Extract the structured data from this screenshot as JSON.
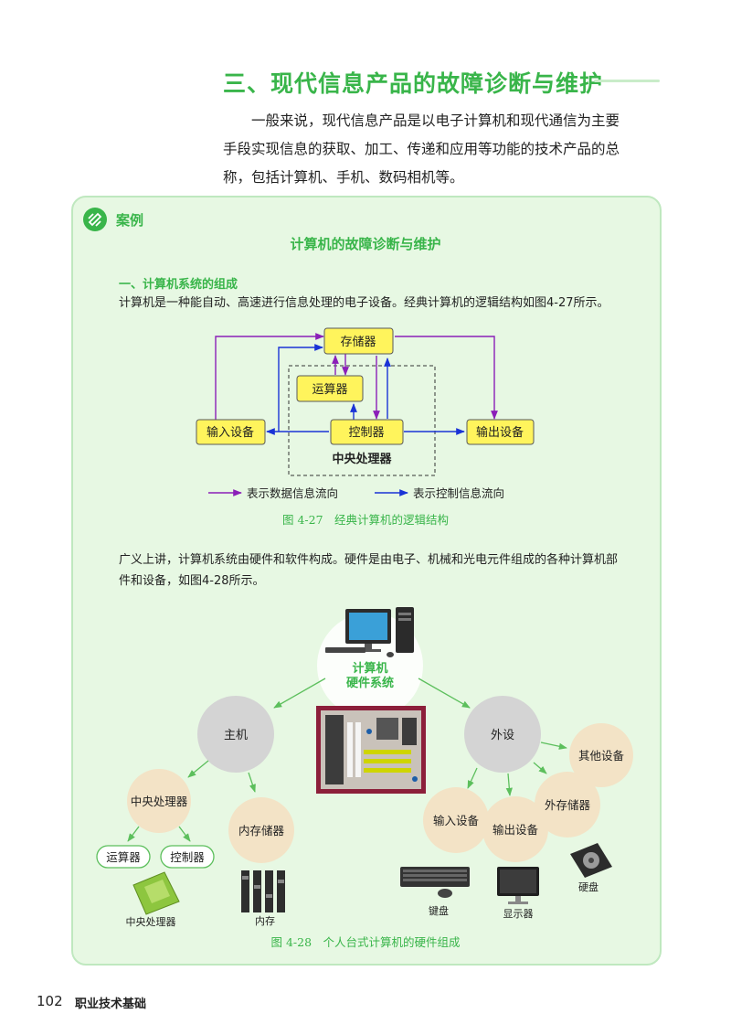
{
  "section": {
    "title": "三、现代信息产品的故障诊断与维护",
    "intro_lines": [
      "一般来说，现代信息产品是以电子计算机和现代通信为主要",
      "手段实现信息的获取、加工、传递和应用等功能的技术产品的总",
      "称，包括计算机、手机、数码相机等。"
    ]
  },
  "case": {
    "label": "案例",
    "title": "计算机的故障诊断与维护",
    "subheading": "一、计算机系统的组成",
    "para1": "计算机是一种能自动、高速进行信息处理的电子设备。经典计算机的逻辑结构如图4-27所示。",
    "para2_lines": [
      "广义上讲，计算机系统由硬件和软件构成。硬件是由电子、机械和光电元件组成的各种计算机部",
      "件和设备，如图4-28所示。"
    ]
  },
  "fig27": {
    "boxes": {
      "memory": "存储器",
      "alu": "运算器",
      "control": "控制器",
      "input": "输入设备",
      "output": "输出设备"
    },
    "cpu_label": "中央处理器",
    "legend_data": "表示数据信息流向",
    "legend_control": "表示控制信息流向",
    "caption": "图 4-27　经典计算机的逻辑结构",
    "colors": {
      "box_fill": "#fff45c",
      "box_stroke": "#5a5a5a",
      "data_arrow": "#8b1fb8",
      "control_arrow": "#1a33d6"
    }
  },
  "fig28": {
    "root_lines": [
      "计算机",
      "硬件系统"
    ],
    "host": "主机",
    "peripheral": "外设",
    "cpu": "中央处理器",
    "ram": "内存储器",
    "alu": "运算器",
    "control": "控制器",
    "input": "输入设备",
    "output": "输出设备",
    "external_storage": "外存储器",
    "other": "其他设备",
    "photo_labels": {
      "cpu": "中央处理器",
      "ram": "内存",
      "keyboard": "键盘",
      "monitor": "显示器",
      "harddisk": "硬盘"
    },
    "caption": "图 4-28　个人台式计算机的硬件组成",
    "colors": {
      "gray_node": "#d4d4d4",
      "beige_node": "#f3e3c6",
      "accent": "#39b54a",
      "arrow": "#5cbf5c"
    }
  },
  "footer": {
    "page_number": "102",
    "book_title": "职业技术基础"
  }
}
